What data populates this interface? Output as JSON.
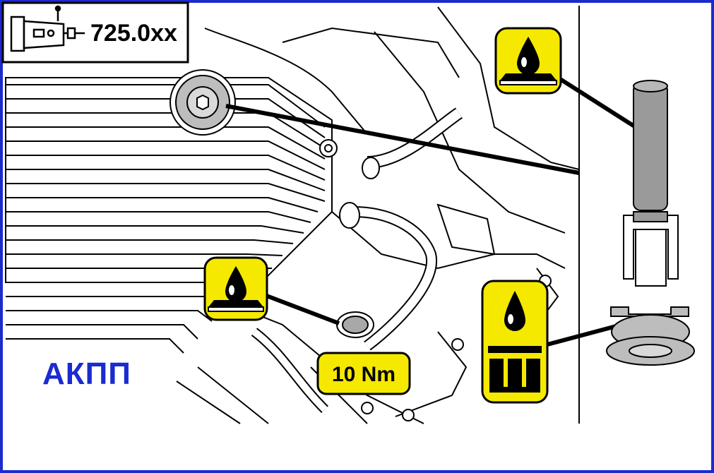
{
  "header": {
    "model": "725.0xx"
  },
  "label": {
    "text": "АКПП"
  },
  "torque": {
    "value": "10 Nm"
  },
  "colors": {
    "frame": "#1a2bd0",
    "badge_fill": "#f5e900",
    "label": "#1a2bd0",
    "part_gray": "#9a9a9a"
  },
  "icons": [
    "transmission-icon",
    "oil-level-icon",
    "oil-drain-icon",
    "oil-plug-seal-icon"
  ]
}
